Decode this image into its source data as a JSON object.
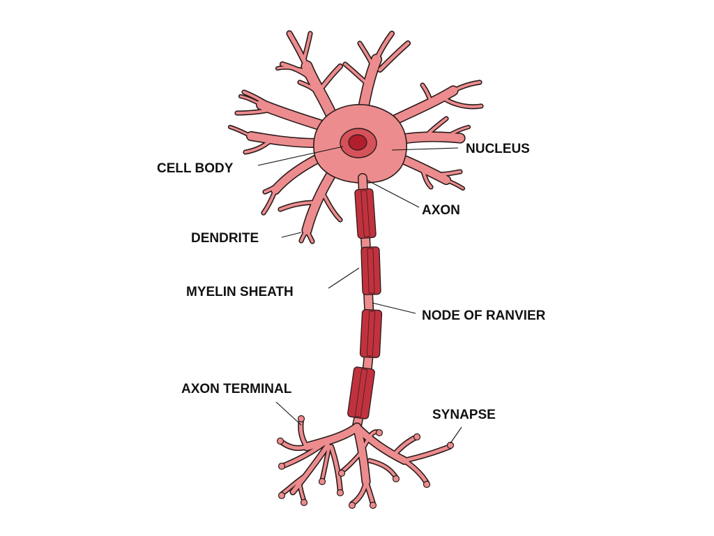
{
  "colors": {
    "cell_fill": "#ec8c8e",
    "cell_outline": "#2a1a1a",
    "nucleus_ring": "#d6525a",
    "nucleolus": "#b11f2d",
    "myelin": "#c1323e",
    "background": "#ffffff"
  },
  "labels": {
    "nucleus": "NUCLEUS",
    "cell_body": "CELL BODY",
    "axon": "AXON",
    "dendrite": "DENDRITE",
    "myelin_sheath": "MYELIN SHEATH",
    "node_of_ranvier": "NODE OF RANVIER",
    "axon_terminal": "AXON TERMINAL",
    "synapse": "SYNAPSE"
  },
  "icons": {
    "neuron": "neuron-illustration"
  }
}
